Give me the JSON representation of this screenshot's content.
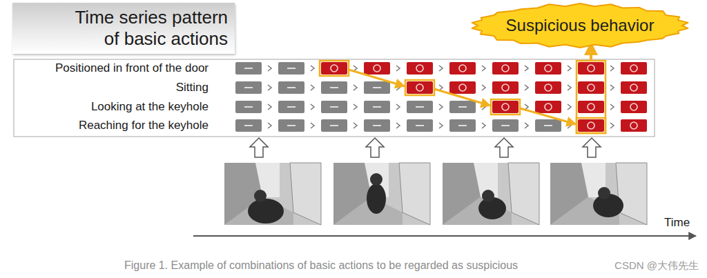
{
  "diagram": {
    "title": "Time series pattern of basic actions",
    "caption": "Figure 1. Example of combinations of basic actions to be regarded as suspicious",
    "nodes": [
      {
        "text": [
          "Suspicious behavior"
        ]
      }
    ],
    "labels": [
      "Positioned in front of the door",
      "Sitting",
      "Looking at the keyhole",
      "Reaching for the keyhole",
      "Time",
      "CSDN @大伟先生"
    ]
  }
}
